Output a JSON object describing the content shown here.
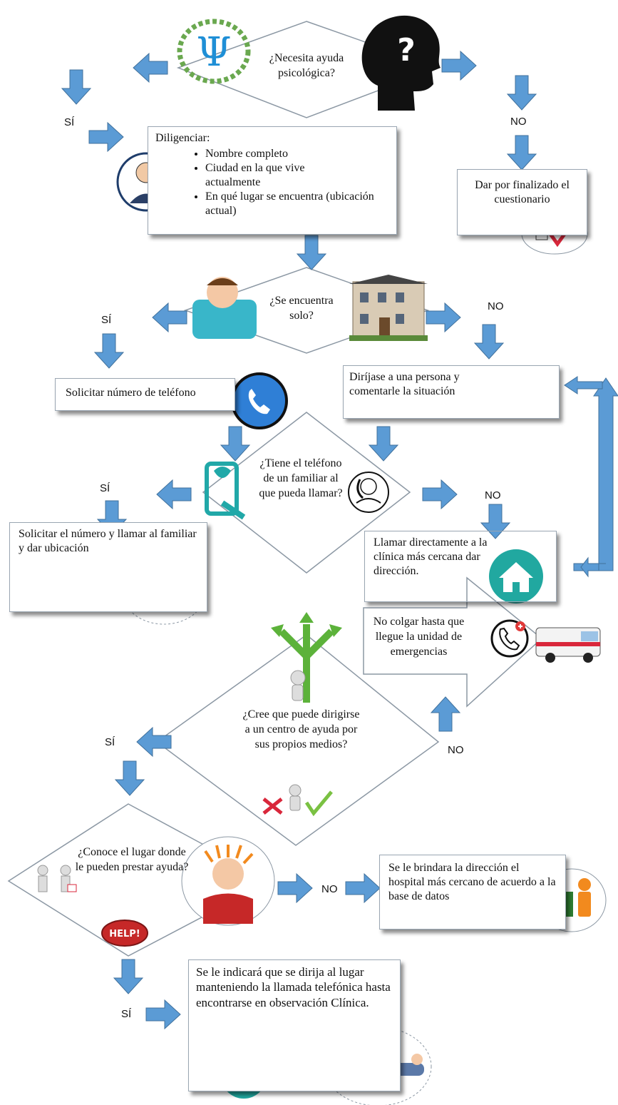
{
  "colors": {
    "arrow": "#5b9bd5",
    "arrow_dark": "#41719c",
    "box_border": "#9aa6b2"
  },
  "decisions": {
    "q1": "¿Necesita ayuda psicológica?",
    "q2": "¿Se encuentra solo?",
    "q3": "¿Tiene el teléfono de un familiar al que pueda llamar?",
    "q4": "¿Cree que puede dirigirse a un centro de ayuda por sus propios medios?",
    "q5": "¿Conoce el lugar donde le pueden prestar ayuda?"
  },
  "boxes": {
    "diligenciar_title": "Diligenciar:",
    "diligenciar_items": [
      "Nombre completo",
      "Ciudad en la que vive actualmente",
      "En qué lugar se encuentra (ubicación actual)"
    ],
    "finalizar": "Dar por finalizado el cuestionario",
    "dirijase": "Diríjase a una persona y comentarle la situación",
    "solicitar_tel": "Solicitar número de teléfono",
    "llamar_familiar": "Solicitar el número y llamar al familiar y dar ubicación",
    "llamar_clinica": "Llamar directamente a la clínica más cercana dar dirección.",
    "no_colgar": "No colgar hasta que llegue la unidad de emergencias",
    "brindara": "Se le brindara la dirección el hospital más cercano de acuerdo a la base de datos",
    "indicara": "Se le indicará que se dirija al lugar manteniendo la llamada telefónica hasta encontrarse en observación Clínica."
  },
  "labels": {
    "si": "SÍ",
    "no": "NO"
  },
  "icons": {
    "psi": "Ψ",
    "question": "?",
    "help": "HELP!"
  }
}
